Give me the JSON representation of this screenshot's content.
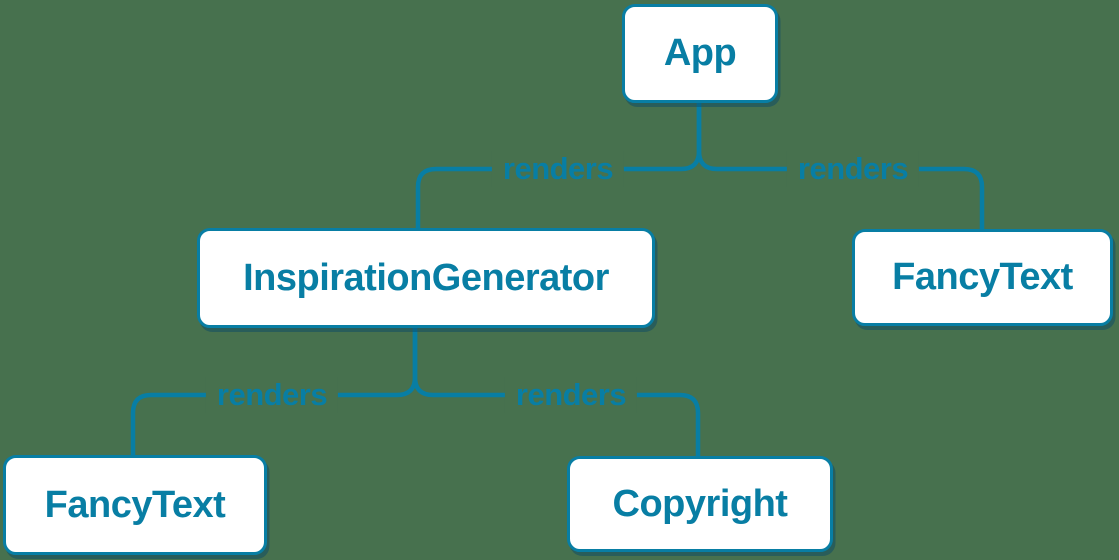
{
  "diagram": {
    "type": "tree",
    "colors": {
      "background": "#47714E",
      "accent": "#087EA4",
      "node_background": "#FFFFFF"
    },
    "nodes": {
      "app": {
        "label": "App"
      },
      "inspiration_generator": {
        "label": "InspirationGenerator"
      },
      "fancy_text_top": {
        "label": "FancyText"
      },
      "fancy_text_bottom": {
        "label": "FancyText"
      },
      "copyright": {
        "label": "Copyright"
      }
    },
    "edges": {
      "app_to_inspiration_generator": {
        "label": "renders"
      },
      "app_to_fancy_text": {
        "label": "renders"
      },
      "inspiration_generator_to_fancy_text": {
        "label": "renders"
      },
      "inspiration_generator_to_copyright": {
        "label": "renders"
      }
    }
  }
}
